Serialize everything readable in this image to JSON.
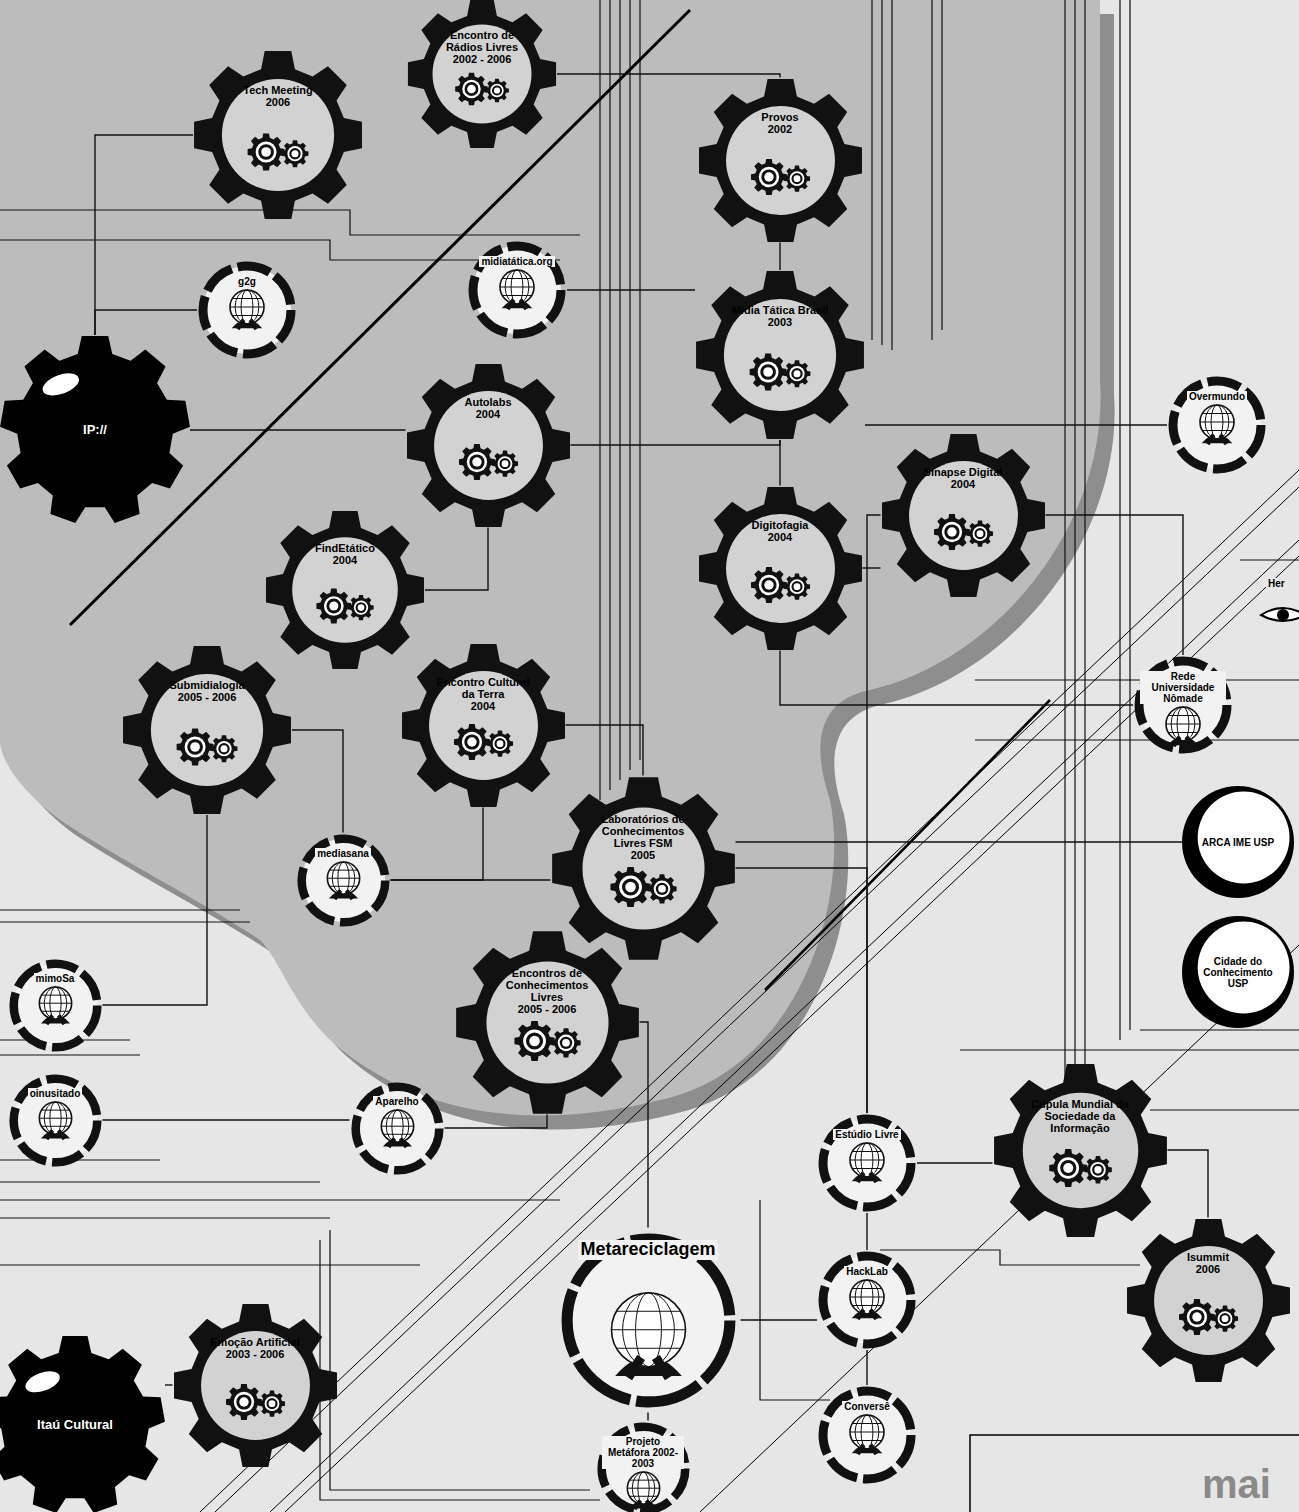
{
  "diagram": {
    "nodes": [
      {
        "text": [
          "Tech Meeting",
          "2006"
        ]
      },
      {
        "text": [
          "Encontro de Rádios Livres",
          "2002 - 2006"
        ]
      },
      {
        "text": [
          "Provos",
          "2002"
        ]
      },
      {
        "text": [
          "g2g"
        ]
      },
      {
        "text": [
          "midiatática.org"
        ]
      },
      {
        "text": [
          "IP://"
        ]
      },
      {
        "text": [
          "Mídia Tática Brasil",
          "2003"
        ]
      },
      {
        "text": [
          "Autolabs",
          "2004"
        ]
      },
      {
        "text": [
          "Overmundo"
        ]
      },
      {
        "text": [
          "Digitofagia",
          "2004"
        ]
      },
      {
        "text": [
          "Sinapse Digital",
          "2004"
        ]
      },
      {
        "text": [
          "FindEtático",
          "2004"
        ]
      },
      {
        "text": [
          "Rede Universidade Nômade"
        ]
      },
      {
        "text": [
          "Submidialogia",
          "2005 - 2006"
        ]
      },
      {
        "text": [
          "Encontro Cultural da Terra",
          "2004"
        ]
      },
      {
        "text": [
          "mediasana"
        ]
      },
      {
        "text": [
          "Laboratórios de Conhecimentos Livres FSM",
          "2005"
        ]
      },
      {
        "text": [
          "ARCA IME USP"
        ]
      },
      {
        "text": [
          "Cidade do Conhecimento USP"
        ]
      },
      {
        "text": [
          "mimoSa"
        ]
      },
      {
        "text": [
          "Encontros de Conhecimentos Livres",
          "2005 - 2006"
        ]
      },
      {
        "text": [
          "oinusitado"
        ]
      },
      {
        "text": [
          "Aparelho"
        ]
      },
      {
        "text": [
          "Estúdio Livre"
        ]
      },
      {
        "text": [
          "Cúpula Mundial da Sociedade da Informação"
        ]
      },
      {
        "text": [
          "Isummit",
          "2006"
        ]
      },
      {
        "text": [
          "Metareciclagem"
        ]
      },
      {
        "text": [
          "HackLab"
        ]
      },
      {
        "text": [
          "Emoção Artificial",
          "2003 - 2006"
        ]
      },
      {
        "text": [
          "Itaú Cultural"
        ]
      },
      {
        "text": [
          "Conversê"
        ]
      },
      {
        "text": [
          "Projeto Metáfora 2002-2003"
        ]
      }
    ],
    "edges": [
      {
        "from": 3,
        "to": 5,
        "arrow": "none"
      },
      {
        "from": 5,
        "to": 7,
        "arrow": "none"
      },
      {
        "from": 4,
        "to": 6,
        "arrow": "none"
      },
      {
        "from": 6,
        "to": 9,
        "arrow": "none"
      },
      {
        "from": 2,
        "to": 6,
        "arrow": "none"
      },
      {
        "from": 7,
        "to": 6,
        "arrow": "none"
      },
      {
        "from": 9,
        "to": 10,
        "arrow": "none"
      },
      {
        "from": 10,
        "to": 23,
        "arrow": "none"
      },
      {
        "from": 23,
        "to": 27,
        "arrow": "none"
      },
      {
        "from": 27,
        "to": 30,
        "arrow": "none"
      },
      {
        "from": 23,
        "to": 24,
        "arrow": "none"
      },
      {
        "from": 24,
        "to": 25,
        "arrow": "none"
      },
      {
        "from": 26,
        "to": 31,
        "arrow": "none"
      },
      {
        "from": 22,
        "to": 20,
        "arrow": "none"
      },
      {
        "from": 15,
        "to": 16,
        "arrow": "none"
      },
      {
        "from": 15,
        "to": 14,
        "arrow": "none"
      },
      {
        "from": 16,
        "to": 23,
        "arrow": "none"
      },
      {
        "from": 8,
        "to": 6,
        "arrow": "none"
      },
      {
        "from": 10,
        "to": 12,
        "arrow": "none"
      },
      {
        "from": 19,
        "to": 13,
        "arrow": "none"
      },
      {
        "from": 20,
        "to": 26,
        "arrow": "none"
      },
      {
        "from": 28,
        "to": 29,
        "arrow": "none"
      },
      {
        "from": 11,
        "to": 7,
        "arrow": "none"
      },
      {
        "from": 13,
        "to": 15,
        "arrow": "none"
      },
      {
        "from": 26,
        "to": 27,
        "arrow": "none"
      },
      {
        "from": 12,
        "to": 9,
        "arrow": "none"
      },
      {
        "from": 17,
        "to": 16,
        "arrow": "none"
      },
      {
        "from": 1,
        "to": 2,
        "arrow": "none"
      },
      {
        "from": 0,
        "to": 5,
        "arrow": "none"
      },
      {
        "from": 21,
        "to": 22,
        "arrow": "none"
      },
      {
        "from": 14,
        "to": 16,
        "arrow": "none"
      }
    ],
    "labels": [
      "Her",
      "mai"
    ]
  }
}
